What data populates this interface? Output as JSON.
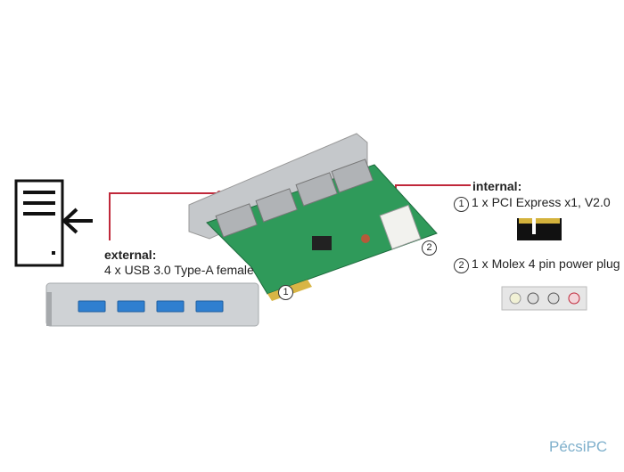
{
  "external": {
    "title": "external:",
    "desc": "4 x USB 3.0 Type-A female"
  },
  "internal": {
    "title": "internal:",
    "items": [
      {
        "num": "1",
        "label": "1 x PCI Express x1, V2.0"
      },
      {
        "num": "2",
        "label": "1 x Molex 4 pin power plug"
      }
    ]
  },
  "callouts": [
    "1",
    "2"
  ],
  "watermark": "PécsiPC",
  "colors": {
    "leader": "#c0283a",
    "pcb": "#2f9a5a",
    "bracket": "#b9bcbf",
    "usb_blue": "#2f7fd0"
  }
}
